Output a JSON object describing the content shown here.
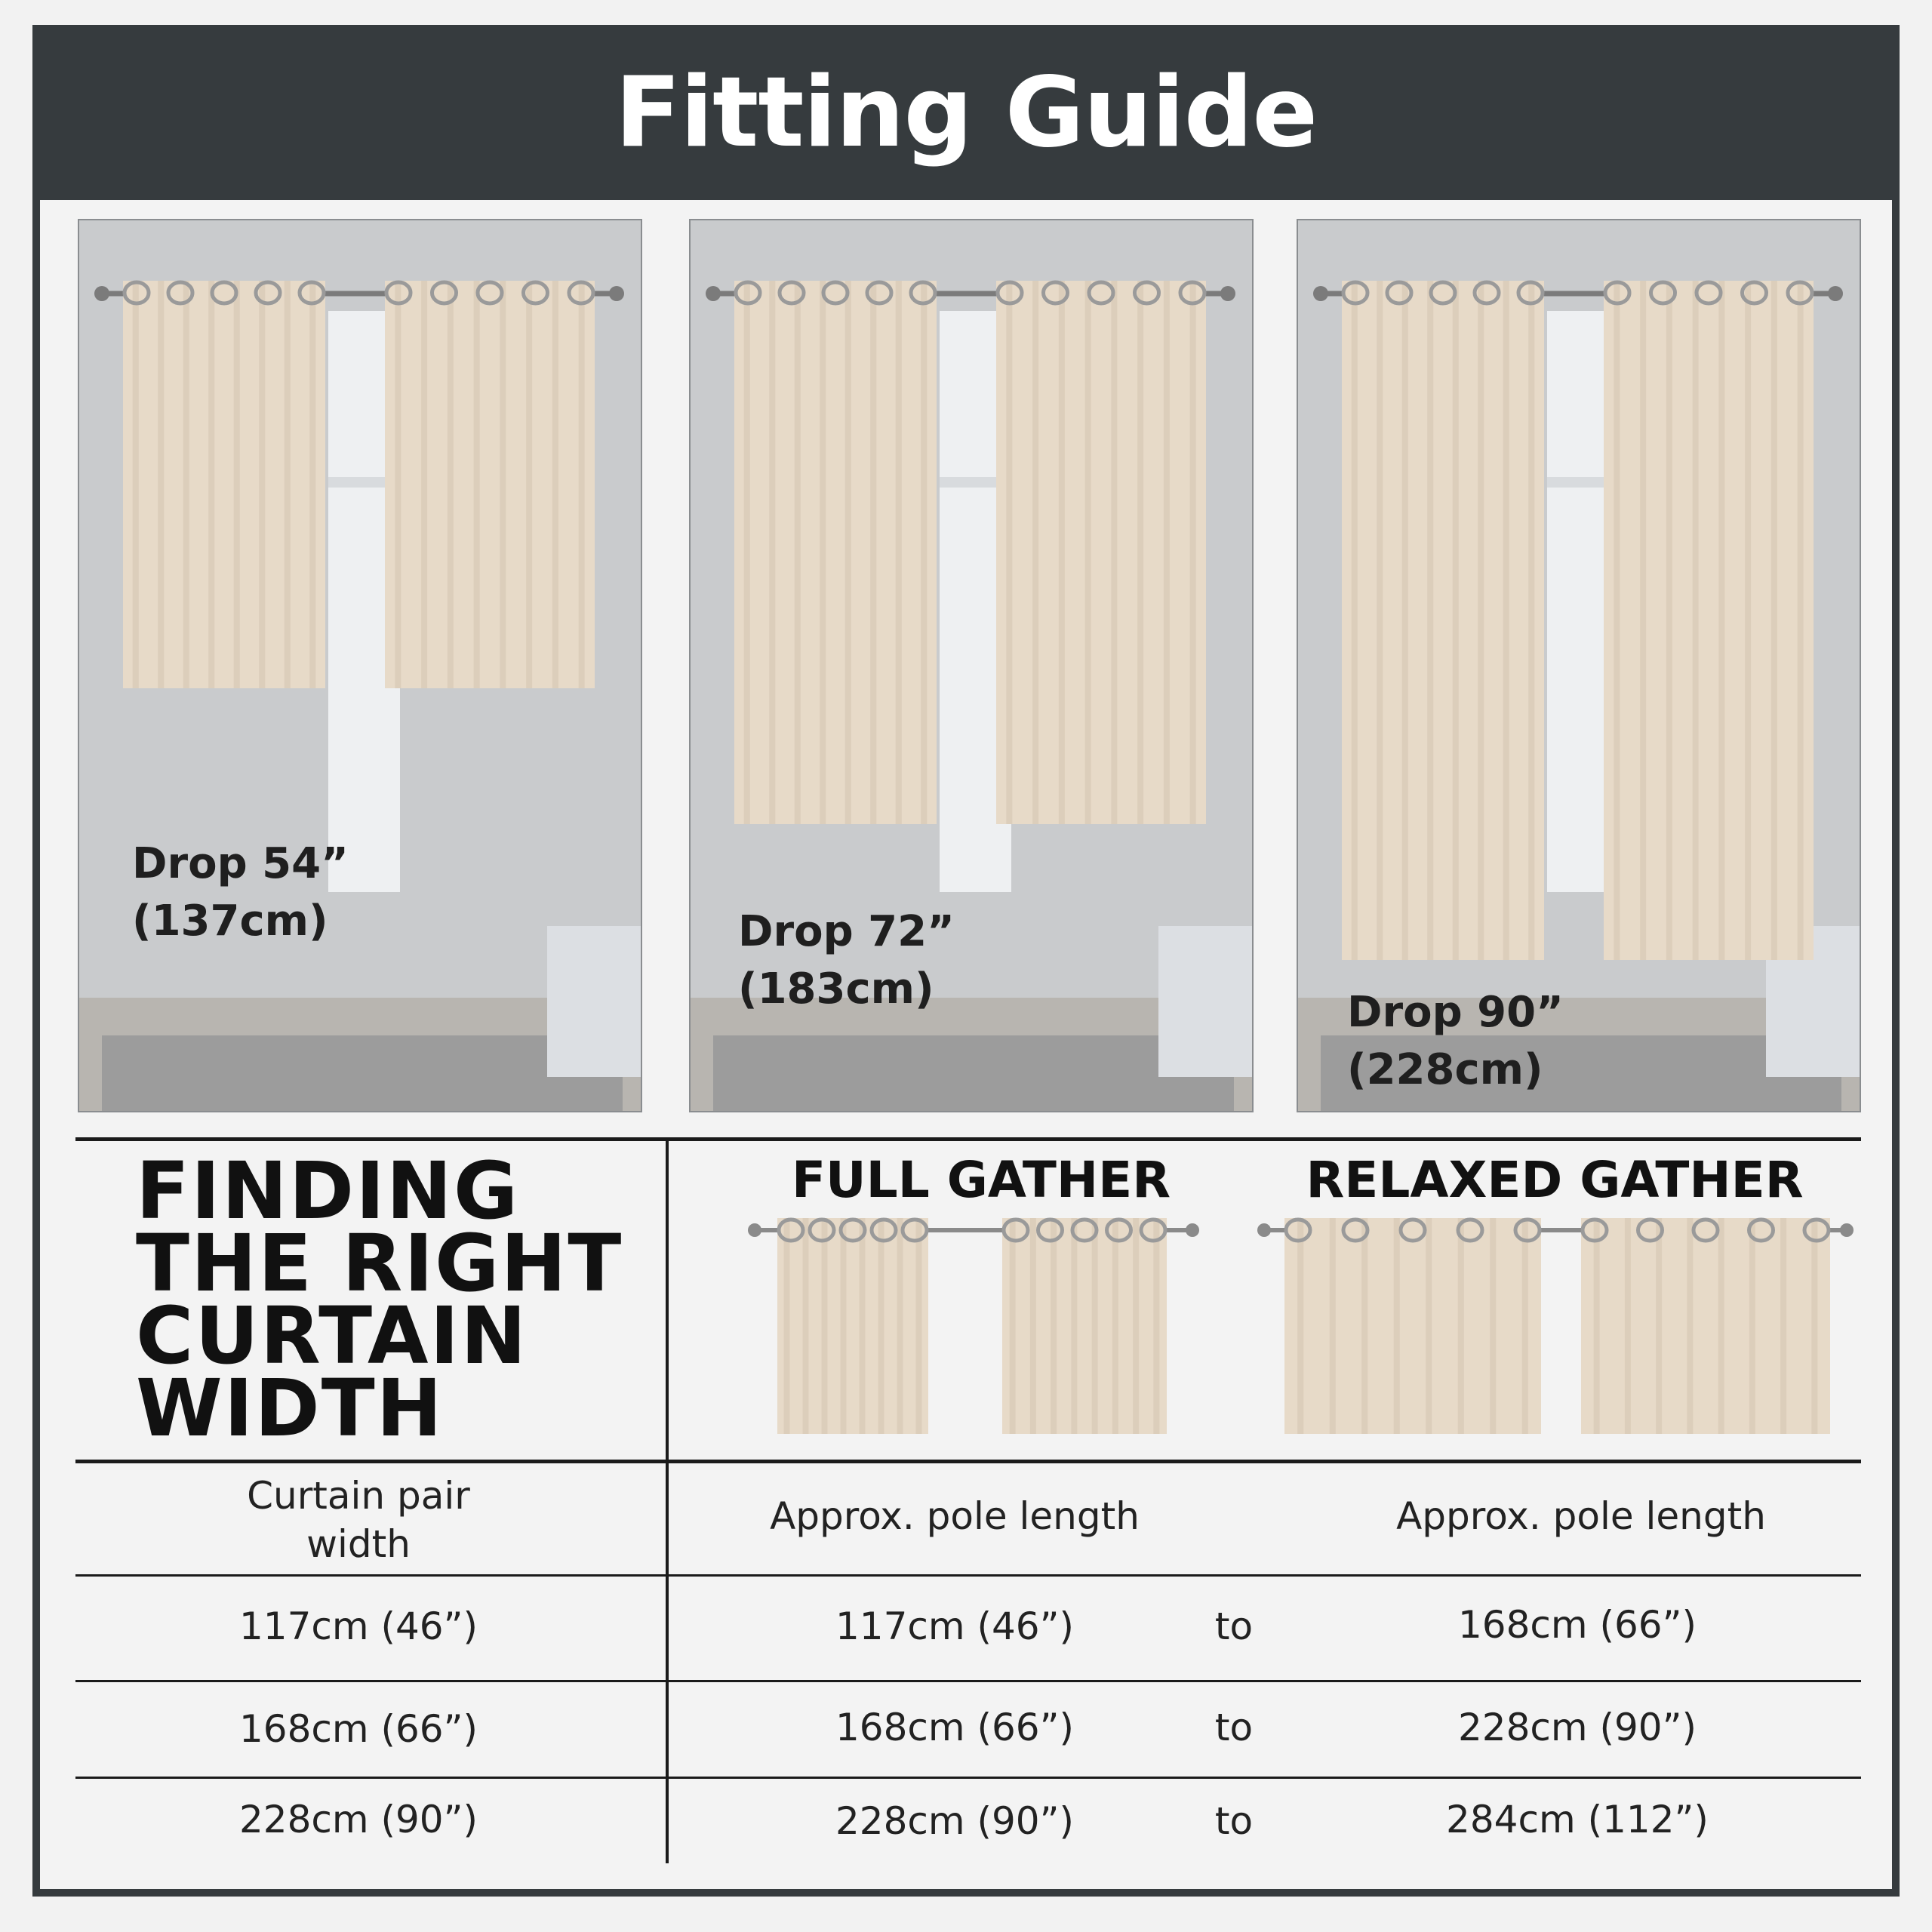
{
  "header": {
    "title": "Fitting Guide"
  },
  "colors": {
    "header_bg": "#363b3e",
    "curtain": "#e8dccb",
    "wall": "#c9cbcd",
    "text": "#1f1f1f"
  },
  "scenes": [
    {
      "drop_line1": "Drop 54”",
      "drop_line2": "(137cm)",
      "drop_fraction": 0.54
    },
    {
      "drop_line1": "Drop 72”",
      "drop_line2": "(183cm)",
      "drop_fraction": 0.72
    },
    {
      "drop_line1": "Drop 90”",
      "drop_line2": "(228cm)",
      "drop_fraction": 0.9
    }
  ],
  "width_section": {
    "heading_lines": [
      "FINDING",
      "THE RIGHT",
      "CURTAIN",
      "WIDTH"
    ],
    "full_gather_title": "FULL GATHER",
    "relaxed_gather_title": "RELAXED GATHER"
  },
  "table": {
    "headers": {
      "pair_width": "Curtain pair width",
      "full_pole": "Approx. pole length",
      "relaxed_pole": "Approx. pole length"
    },
    "rows": [
      {
        "pair": "117cm (46”)",
        "full": "117cm (46”)",
        "to": "to",
        "relaxed": "168cm (66”)"
      },
      {
        "pair": "168cm (66”)",
        "full": "168cm (66”)",
        "to": "to",
        "relaxed": "228cm (90”)"
      },
      {
        "pair": "228cm (90”)",
        "full": "228cm (90”)",
        "to": "to",
        "relaxed": "284cm (112”)"
      }
    ]
  }
}
